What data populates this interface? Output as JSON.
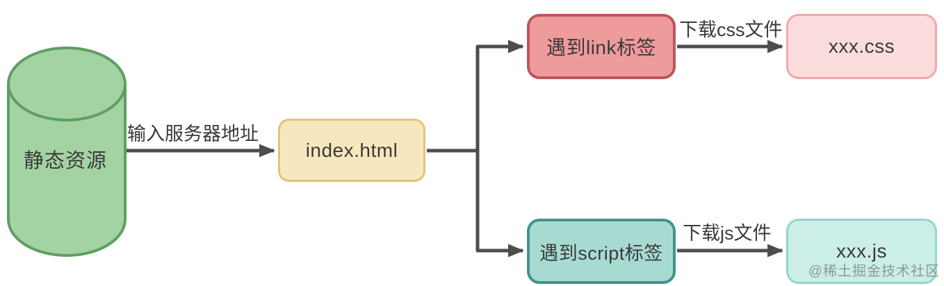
{
  "diagram": {
    "title_none": "",
    "arrow_color": "#4d4d4d",
    "text_color": "#3a3a3a",
    "nodes": {
      "static_resources": {
        "label": "静态资源",
        "shape": "cylinder",
        "fill": "#a3d3a2",
        "stroke": "#5f9e63"
      },
      "index_html": {
        "label": "index.html",
        "shape": "rounded-rect",
        "fill": "#f6e7be",
        "stroke": "#e2c377"
      },
      "link_tag": {
        "label": "遇到link标签",
        "shape": "rounded-rect",
        "fill": "#ee9b9b",
        "stroke": "#bf555c"
      },
      "xxx_css": {
        "label": "xxx.css",
        "shape": "rounded-rect",
        "fill": "#fbdcdc",
        "stroke": "#f0a9a9"
      },
      "script_tag": {
        "label": "遇到script标签",
        "shape": "rounded-rect",
        "fill": "#a7dbd2",
        "stroke": "#41938d"
      },
      "xxx_js": {
        "label": "xxx.js",
        "shape": "rounded-rect",
        "fill": "#cceee8",
        "stroke": "#90d7cb"
      }
    },
    "edges": {
      "enter_server_address": {
        "from": "static_resources",
        "to": "index_html",
        "label": "输入服务器地址"
      },
      "branch_link": {
        "from": "index_html",
        "to": "link_tag",
        "label": ""
      },
      "branch_script": {
        "from": "index_html",
        "to": "script_tag",
        "label": ""
      },
      "download_css": {
        "from": "link_tag",
        "to": "xxx_css",
        "label": "下载css文件"
      },
      "download_js": {
        "from": "script_tag",
        "to": "xxx_js",
        "label": "下载js文件"
      }
    },
    "watermark": "@稀土掘金技术社区"
  }
}
